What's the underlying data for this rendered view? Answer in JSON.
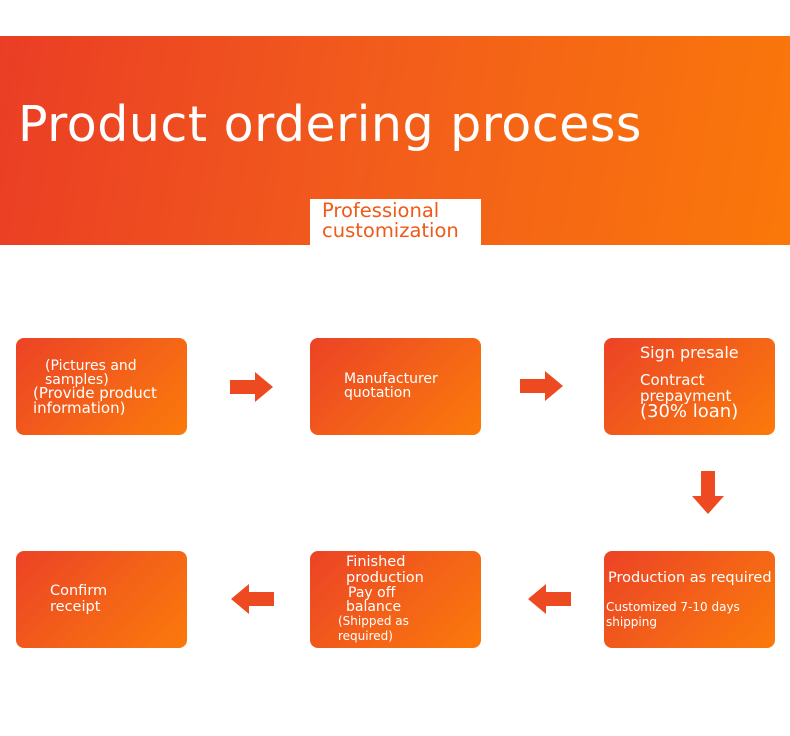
{
  "header": {
    "title": "Product ordering process",
    "badge_lines": [
      "Professional",
      "customization"
    ]
  },
  "colors": {
    "accent_start": "#ea3d25",
    "accent_end": "#fa780a",
    "arrow": "#ee4a22"
  },
  "steps": [
    {
      "lines": [
        "(Pictures and",
        "samples)",
        "(Provide product",
        "information)"
      ]
    },
    {
      "lines": [
        "Manufacturer",
        "quotation"
      ]
    },
    {
      "lines": [
        "Sign presale",
        "Contract",
        "prepayment",
        "(30% loan)"
      ]
    },
    {
      "lines": [
        "Production as required",
        "Customized 7-10 days",
        "shipping"
      ]
    },
    {
      "lines": [
        "Finished",
        "production",
        "Pay off",
        "balance",
        "(Shipped as",
        "required)"
      ]
    },
    {
      "lines": [
        "Confirm",
        "receipt"
      ]
    }
  ],
  "arrows": [
    {
      "from": 1,
      "to": 2,
      "direction": "right"
    },
    {
      "from": 2,
      "to": 3,
      "direction": "right"
    },
    {
      "from": 3,
      "to": 4,
      "direction": "down"
    },
    {
      "from": 4,
      "to": 5,
      "direction": "left"
    },
    {
      "from": 5,
      "to": 6,
      "direction": "left"
    }
  ]
}
